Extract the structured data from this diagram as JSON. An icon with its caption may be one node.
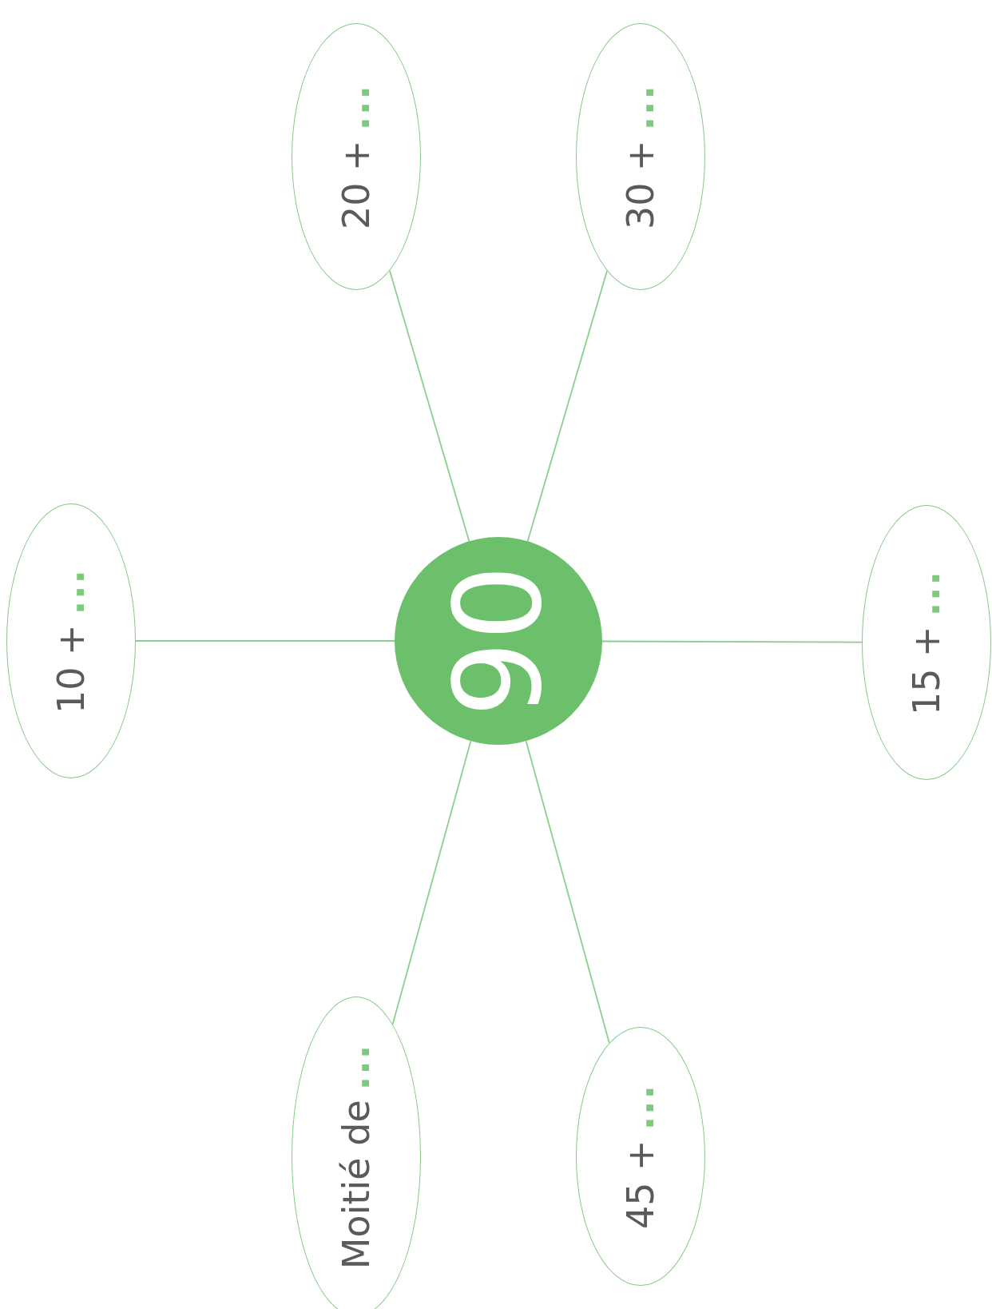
{
  "diagram": {
    "nodes": [
      {
        "text": [
          "90"
        ]
      },
      {
        "text": [
          "20 +",
          "..."
        ]
      },
      {
        "text": [
          "30 +",
          "..."
        ]
      },
      {
        "text": [
          "10 +",
          "..."
        ]
      },
      {
        "text": [
          "15 +",
          "..."
        ]
      },
      {
        "text": [
          "Moitié de",
          "..."
        ]
      },
      {
        "text": [
          "45 +",
          "..."
        ]
      }
    ],
    "edges": [
      {
        "from": 0,
        "to": 1,
        "arrow": "none"
      },
      {
        "from": 0,
        "to": 2,
        "arrow": "none"
      },
      {
        "from": 0,
        "to": 3,
        "arrow": "none"
      },
      {
        "from": 0,
        "to": 4,
        "arrow": "none"
      },
      {
        "from": 0,
        "to": 5,
        "arrow": "none"
      },
      {
        "from": 0,
        "to": 6,
        "arrow": "none"
      }
    ]
  }
}
